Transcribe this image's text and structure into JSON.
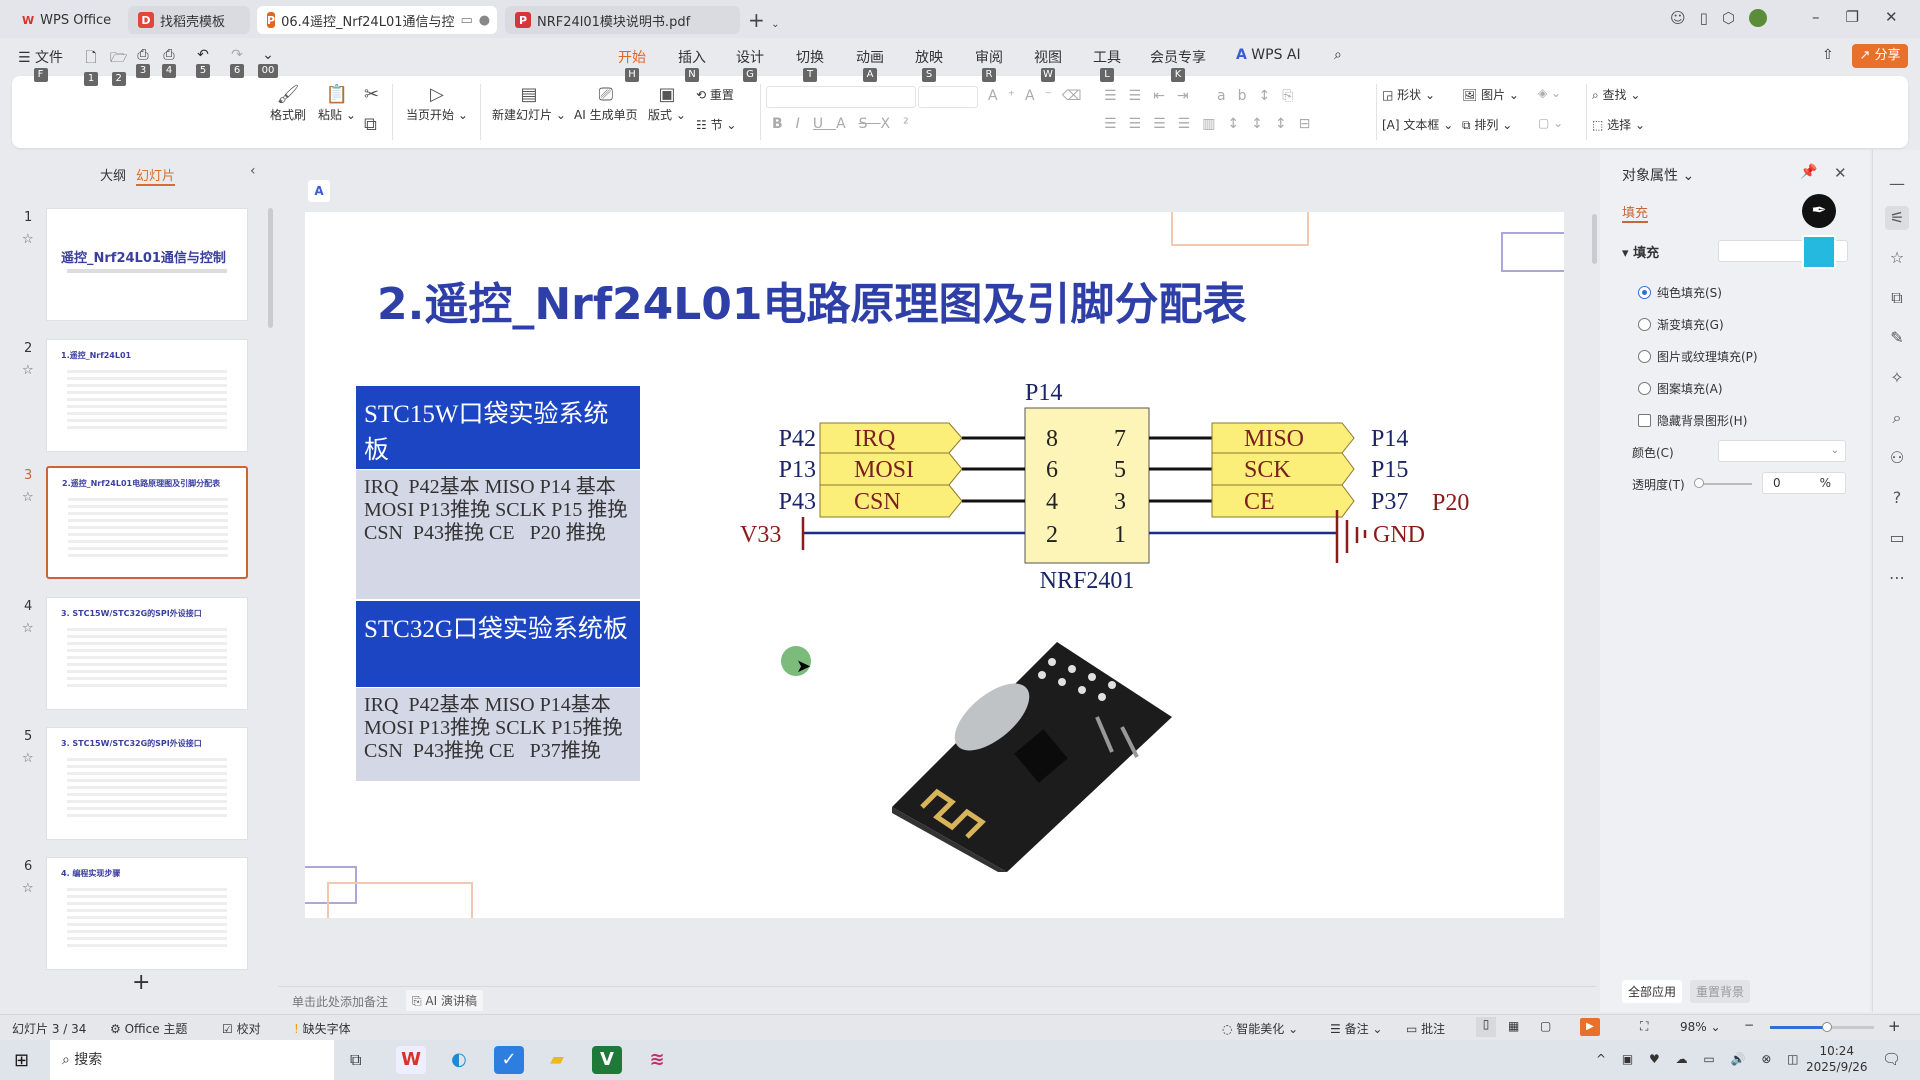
{
  "tabs": [
    {
      "label": "WPS Office",
      "icon": "wps-logo-icon",
      "color": "#d7322c"
    },
    {
      "label": "找稻壳模板",
      "icon": "docer-icon",
      "color": "#e2453c"
    },
    {
      "label": "06.4遥控_Nrf24L01通信与控",
      "icon": "presentation-icon",
      "color": "#e0651e",
      "active": true
    },
    {
      "label": "NRF24l01模块说明书.pdf",
      "icon": "pdf-icon",
      "color": "#d6363a"
    }
  ],
  "quick_access": {
    "file_label": "文件",
    "keys": [
      "F",
      "1",
      "2",
      "3",
      "4",
      "5",
      "6",
      "00"
    ]
  },
  "menu": [
    {
      "label": "开始",
      "key": "H",
      "active": true
    },
    {
      "label": "插入",
      "key": "N"
    },
    {
      "label": "设计",
      "key": "G"
    },
    {
      "label": "切换",
      "key": "T"
    },
    {
      "label": "动画",
      "key": "A"
    },
    {
      "label": "放映",
      "key": "S"
    },
    {
      "label": "审阅",
      "key": "R"
    },
    {
      "label": "视图",
      "key": "W"
    },
    {
      "label": "工具",
      "key": "L"
    },
    {
      "label": "会员专享",
      "key": "K"
    }
  ],
  "wps_ai": "WPS AI",
  "share": "分享",
  "ribbon": {
    "format_painter": "格式刷",
    "paste": "粘贴",
    "start_current": "当页开始",
    "new_slide": "新建幻灯片",
    "ai_page": "AI 生成单页",
    "layout": "版式",
    "reset": "重置",
    "section": "节",
    "shape": "形状",
    "picture": "图片",
    "textbox": "文本框",
    "arrange": "排列",
    "find": "查找",
    "select": "选择"
  },
  "left_panel": {
    "tabs": [
      "大纲",
      "幻灯片"
    ],
    "active_tab": "幻灯片",
    "slides": [
      {
        "num": "1",
        "title": "遥控_Nrf24L01通信与控制"
      },
      {
        "num": "2",
        "title": "1.遥控_Nrf24L01"
      },
      {
        "num": "3",
        "title": "2.遥控_Nrf24L01电路原理图及引脚分配表"
      },
      {
        "num": "4",
        "title": "3. STC15W/STC32G的SPI外设接口"
      },
      {
        "num": "5",
        "title": "3. STC15W/STC32G的SPI外设接口"
      },
      {
        "num": "6",
        "title": "4. 编程实现步骤"
      }
    ],
    "selected": 3
  },
  "slide": {
    "title": "2.遥控_Nrf24L01电路原理图及引脚分配表",
    "boards": [
      {
        "name": "STC15W口袋实验系统板",
        "rows": [
          "IRQ  P42基本 MISO P14 基本",
          "MOSI P13推挽 SCLK P15 推挽",
          "CSN  P43推挽 CE   P20 推挽"
        ]
      },
      {
        "name": "STC32G口袋实验系统板",
        "rows": [
          "IRQ  P42基本 MISO P14基本",
          "MOSI P13推挽 SCLK P15推挽",
          "CSN  P43推挽 CE   P37推挽"
        ]
      }
    ],
    "schematic": {
      "chip": "NRF2401",
      "top_label": "P14",
      "left": [
        {
          "port": "P42",
          "signal": "IRQ",
          "pin": "8"
        },
        {
          "port": "P13",
          "signal": "MOSI",
          "pin": "6"
        },
        {
          "port": "P43",
          "signal": "CSN",
          "pin": "4"
        }
      ],
      "right": [
        {
          "port": "P14",
          "signal": "MISO",
          "pin": "7"
        },
        {
          "port": "P15",
          "signal": "SCK",
          "pin": "5"
        },
        {
          "port": "P37",
          "signal": "CE",
          "pin": "3",
          "alt": "P20"
        }
      ],
      "power": {
        "vcc": "V33",
        "vcc_pin": "2",
        "gnd": "GND",
        "gnd_pin": "1"
      }
    }
  },
  "right_panel": {
    "title": "对象属性",
    "tab": "填充",
    "section": "填充",
    "options": [
      {
        "label": "纯色填充(S)",
        "checked": true
      },
      {
        "label": "渐变填充(G)"
      },
      {
        "label": "图片或纹理填充(P)"
      },
      {
        "label": "图案填充(A)"
      }
    ],
    "hide_bg": "隐藏背景图形(H)",
    "color_label": "颜色(C)",
    "transparency_label": "透明度(T)",
    "transparency_value": "0",
    "transparency_unit": "%",
    "apply_all": "全部应用",
    "reset_bg": "重置背景"
  },
  "notes": {
    "placeholder": "单击此处添加备注",
    "ai_speech": "AI 演讲稿"
  },
  "status": {
    "slide_count": "幻灯片 3 / 34",
    "theme": "Office 主题",
    "proof": "校对",
    "missing_font": "缺失字体",
    "beautify": "智能美化",
    "notes": "备注",
    "comment": "批注",
    "zoom": "98%",
    "zoom_fraction": 0.55
  },
  "taskbar": {
    "search": "搜索",
    "time": "10:24",
    "date": "2025/9/26"
  }
}
